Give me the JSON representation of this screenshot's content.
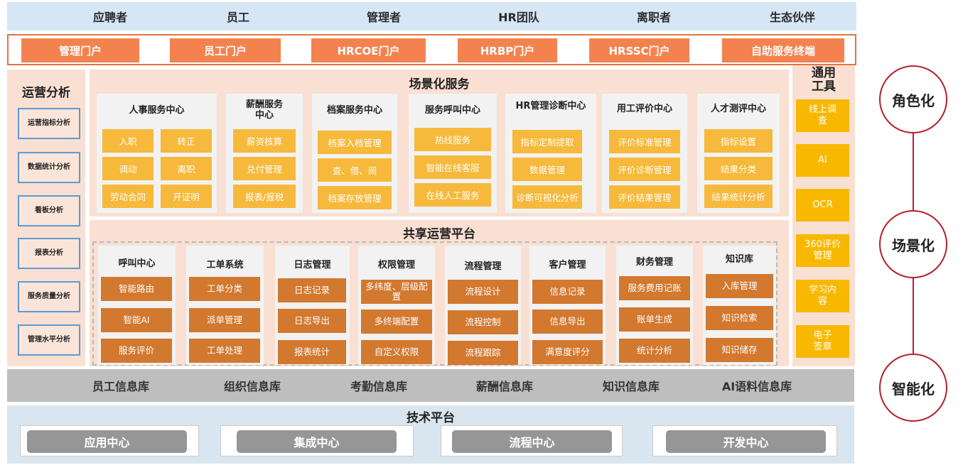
{
  "roles": [
    "应聘者",
    "员工",
    "管理者",
    "HR团队",
    "离职者",
    "生态伙伴"
  ],
  "portals": [
    "管理门户",
    "员工门户",
    "HRCOE门户",
    "HRBP门户",
    "HRSSC门户",
    "自助服务终端"
  ],
  "ops_analysis": {
    "title": "运营分析",
    "items": [
      "运营指标分析",
      "数据统计分析",
      "看板分析",
      "报表分析",
      "服务质量分析",
      "管理水平分析"
    ]
  },
  "scenario_services": {
    "title": "场景化服务",
    "centers": [
      {
        "title": "人事服务中心",
        "items": [
          "入职",
          "转正",
          "调动",
          "离职",
          "劳动合同",
          "开证明"
        ]
      },
      {
        "title": "薪酬服务中心",
        "items": [
          "薪资核算",
          "兑付管理",
          "报表/报税"
        ]
      },
      {
        "title": "档案服务中心",
        "items": [
          "档案入档管理",
          "查、借、阅",
          "档案存放管理"
        ]
      },
      {
        "title": "服务呼叫中心",
        "items": [
          "热线服务",
          "智能在线客服",
          "在线人工服务"
        ]
      },
      {
        "title": "HR管理诊断中心",
        "items": [
          "指标定制提取",
          "数据管理",
          "诊断可视化分析"
        ]
      },
      {
        "title": "用工评价中心",
        "items": [
          "评价标准管理",
          "评价诊断管理",
          "评价结果管理"
        ]
      },
      {
        "title": "人才测评中心",
        "items": [
          "指标设置",
          "结果分类",
          "结果统计分析"
        ]
      }
    ]
  },
  "shared_platform": {
    "title": "共享运营平台",
    "modules": [
      {
        "title": "呼叫中心",
        "items": [
          "智能路由",
          "智能AI",
          "服务评价"
        ]
      },
      {
        "title": "工单系统",
        "items": [
          "工单分类",
          "派单管理",
          "工单处理"
        ]
      },
      {
        "title": "日志管理",
        "items": [
          "日志记录",
          "日志导出",
          "报表统计"
        ]
      },
      {
        "title": "权限管理",
        "items": [
          "多纬度、层级配置",
          "多终端配置",
          "自定义权限"
        ]
      },
      {
        "title": "流程管理",
        "items": [
          "流程设计",
          "流程控制",
          "流程跟踪"
        ]
      },
      {
        "title": "客户管理",
        "items": [
          "信息记录",
          "信息导出",
          "满意度评分"
        ]
      },
      {
        "title": "财务管理",
        "items": [
          "服务费用记账",
          "账单生成",
          "统计分析"
        ]
      },
      {
        "title": "知识库",
        "items": [
          "入库管理",
          "知识检索",
          "知识储存"
        ]
      }
    ]
  },
  "tools": {
    "title": "通用工具",
    "items": [
      "线上调查",
      "AI",
      "OCR",
      "360评价管理",
      "学习内容",
      "电子签章"
    ]
  },
  "databases": [
    "员工信息库",
    "组织信息库",
    "考勤信息库",
    "薪酬信息库",
    "知识信息库",
    "AI语料信息库"
  ],
  "tech_platform": {
    "title": "技术平台",
    "items": [
      "应用中心",
      "集成中心",
      "流程中心",
      "开发中心"
    ]
  },
  "pillars": [
    "角色化",
    "场景化",
    "智能化"
  ],
  "colors": {
    "portal": "#f4824f",
    "service_button": "#f6b93b",
    "platform_button": "#d2782f",
    "tool": "#f9b800",
    "accent_red": "#b5202a",
    "panel_bg": "#f9e0d2"
  }
}
